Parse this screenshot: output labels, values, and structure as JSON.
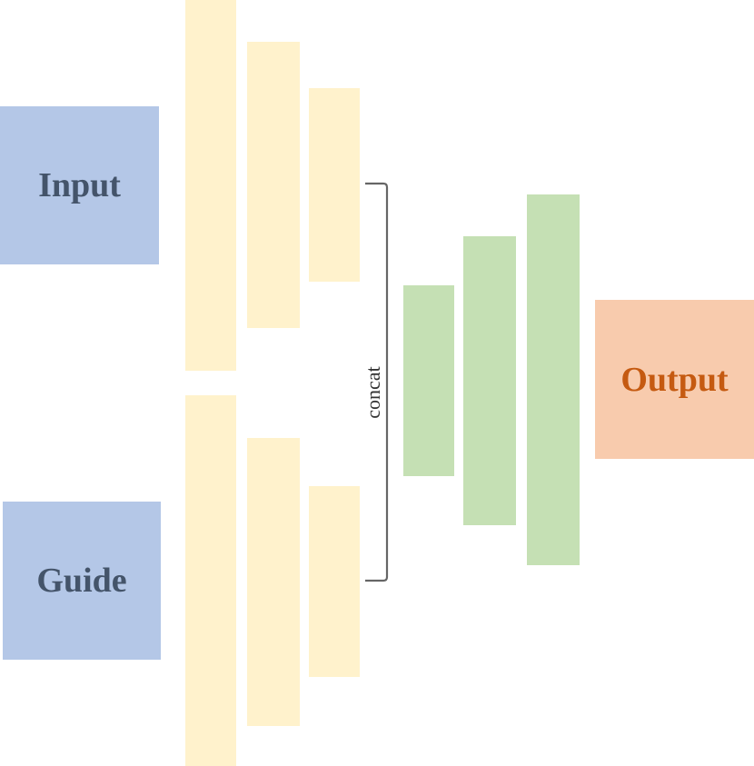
{
  "nodes": {
    "input": {
      "label": "Input"
    },
    "guide": {
      "label": "Guide"
    },
    "output": {
      "label": "Output"
    }
  },
  "concat": {
    "label": "concat"
  },
  "colors": {
    "input_fill": "#b4c7e7",
    "input_text": "#44546a",
    "encoder_fill": "#fff2cc",
    "decoder_fill": "#c5e0b4",
    "output_fill": "#f8cbad",
    "output_text": "#c55a11",
    "bracket_stroke": "#666666"
  }
}
